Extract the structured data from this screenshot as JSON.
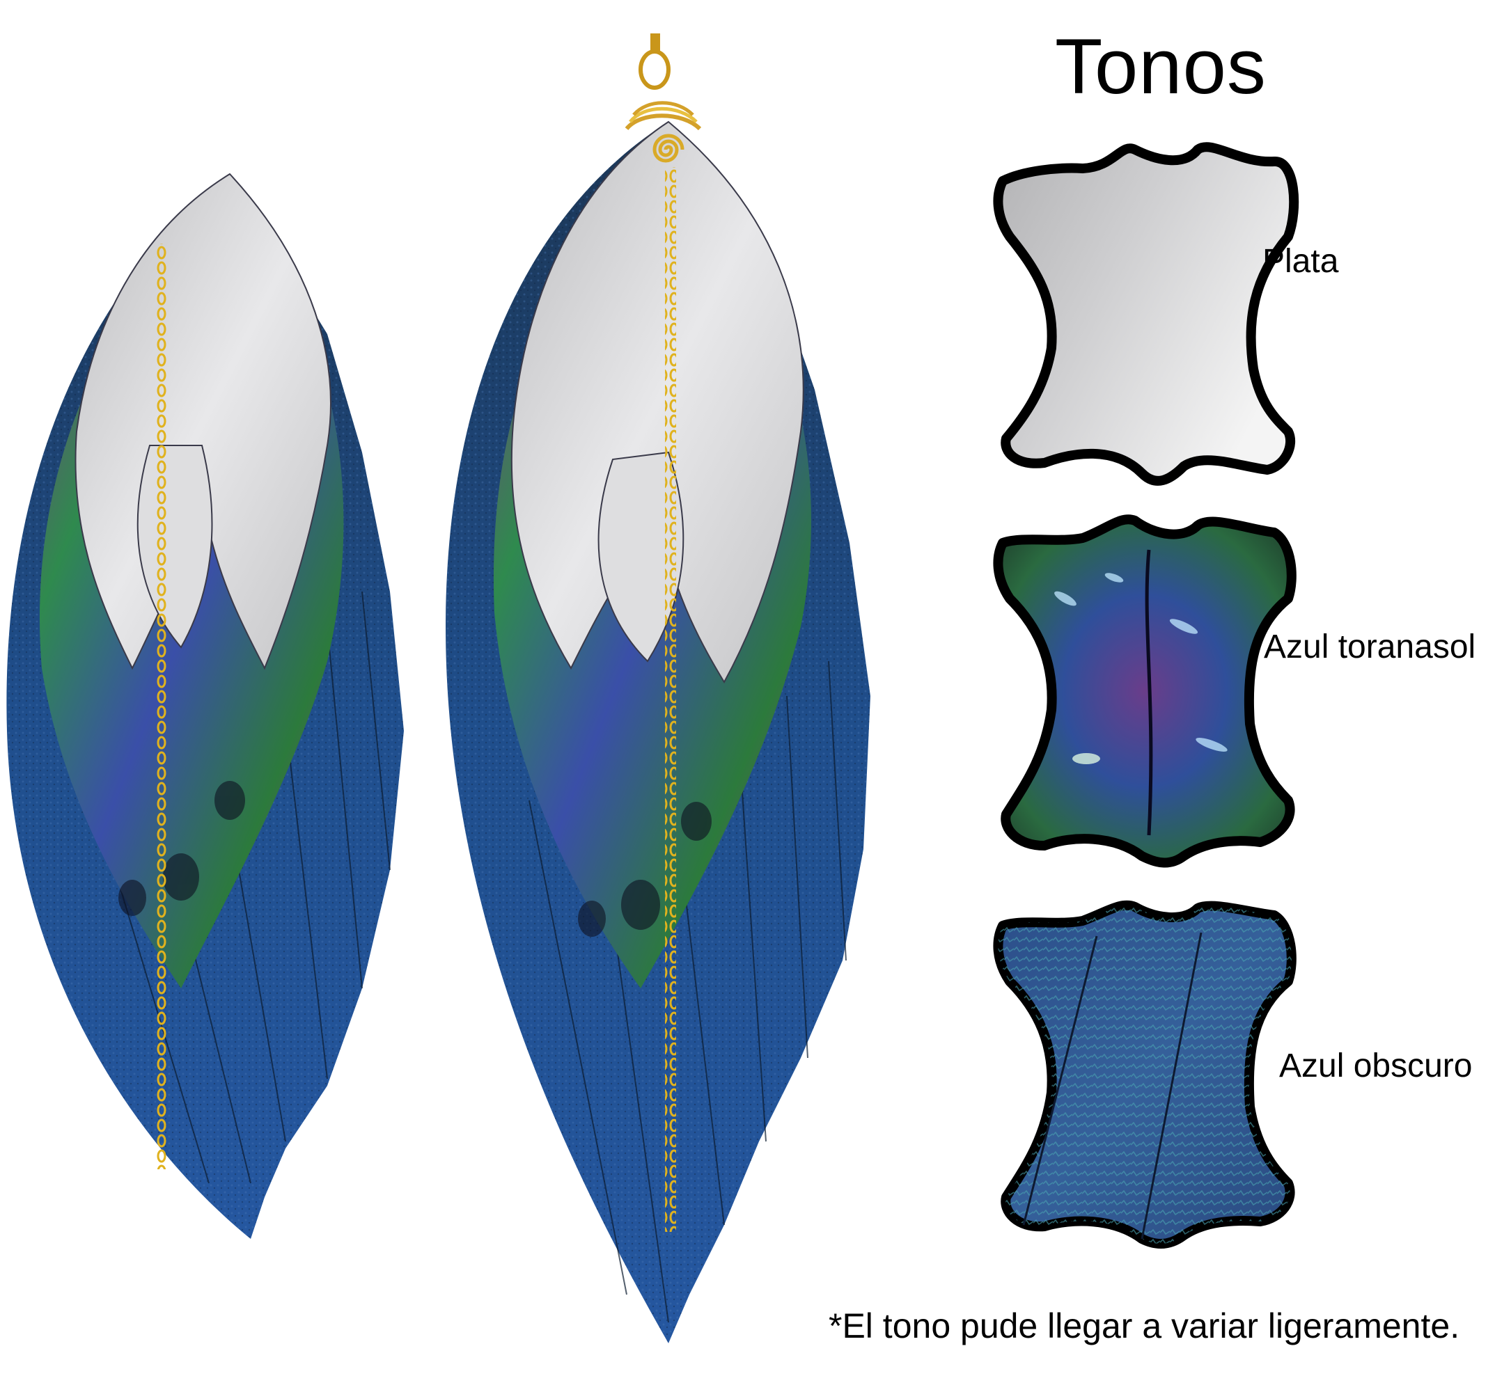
{
  "page": {
    "title": "Tonos",
    "footnote": "*El tono pude llegar a variar ligeramente."
  },
  "products": [
    {
      "name": "earring-left",
      "chain_color": "#e0b21e"
    },
    {
      "name": "earring-right",
      "chain_color": "#e0b21e",
      "hook": "gold-wire-spiral"
    }
  ],
  "swatches": [
    {
      "label": "Plata",
      "color": "#c9c9cb",
      "highlight": "#f2f2f2"
    },
    {
      "label": "Azul toranasol",
      "color": "#2d5a3a",
      "accents": [
        "#5a4fb0",
        "#8a3a7a",
        "#3fa37a",
        "#bfe6ff"
      ]
    },
    {
      "label": "Azul obscuro",
      "color": "#2e4f86",
      "accents": [
        "#3c8fa0",
        "#4a3e9a"
      ]
    }
  ],
  "colors": {
    "silver": "#d6d6d8",
    "navy": "#1f4e8c",
    "navy_dark": "#17324f",
    "iridescent_green": "#2f8a4e",
    "iridescent_purple": "#7a3a86",
    "gold": "#e0b21e",
    "outline": "#000000"
  }
}
